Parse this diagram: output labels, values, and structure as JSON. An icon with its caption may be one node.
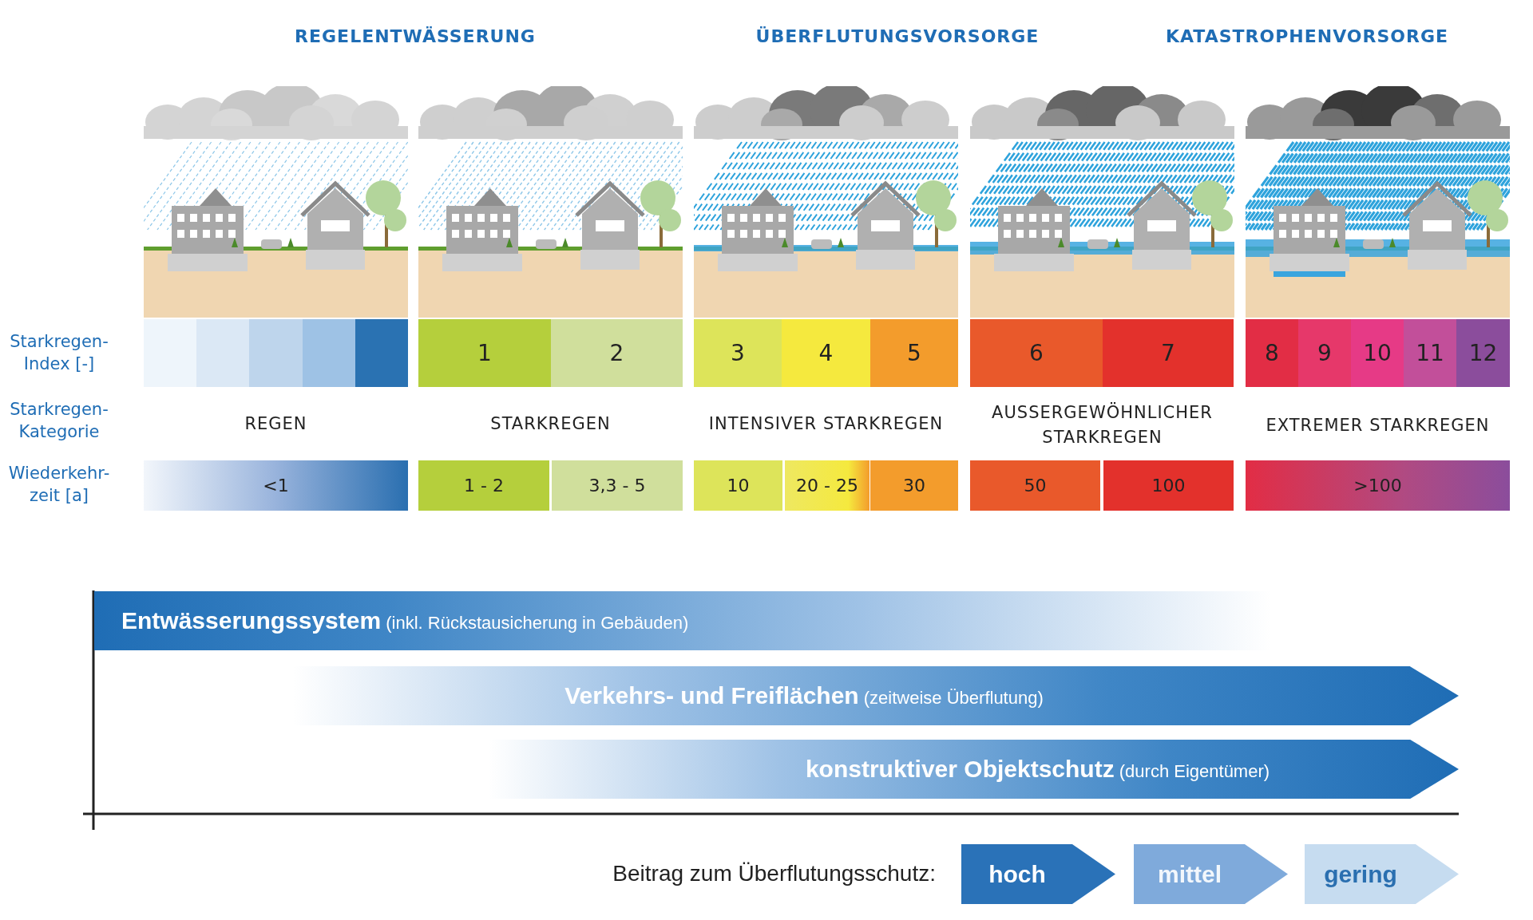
{
  "diagram": {
    "nodes": [
      {
        "text": [
          "**Entwässerungssystem** (inkl. Rückstausicherung in Gebäuden)"
        ]
      },
      {
        "text": [
          "**Verkehrs- und Freiflächen** (zeitweise Überflutung)"
        ]
      },
      {
        "text": [
          "**konstruktiver Objektschutz** (durch Eigentümer)"
        ]
      }
    ],
    "edges": [],
    "labels": [
      "REGELENTWÄSSERUNG",
      "ÜBERFLUTUNGSVORSORGE",
      "KATASTROPHENVORSORGE",
      "Starkregen- Index [-]",
      "1",
      "2",
      "3",
      "4",
      "5",
      "6",
      "7",
      "8",
      "9",
      "10",
      "11",
      "12",
      "Starkregen- Kategorie",
      "REGEN",
      "STARKREGEN",
      "INTENSIVER STARKREGEN",
      "AUSSERGEWÖHNLICHER STARKREGEN",
      "EXTREMER STARKREGEN",
      "Wiederkehr- zeit [a]",
      "<1",
      "1 - 2",
      "3,3 - 5",
      "10",
      "20 - 25",
      "30",
      "50",
      "100",
      ">100",
      "Beitrag zum Überflutungsschutz:"
    ],
    "legend": [
      {
        "text": "hoch",
        "color": "#2a72b8"
      },
      {
        "text": "mittel",
        "color": "#7faadb"
      },
      {
        "text": "gering",
        "color": "#c6dcf0"
      }
    ]
  }
}
